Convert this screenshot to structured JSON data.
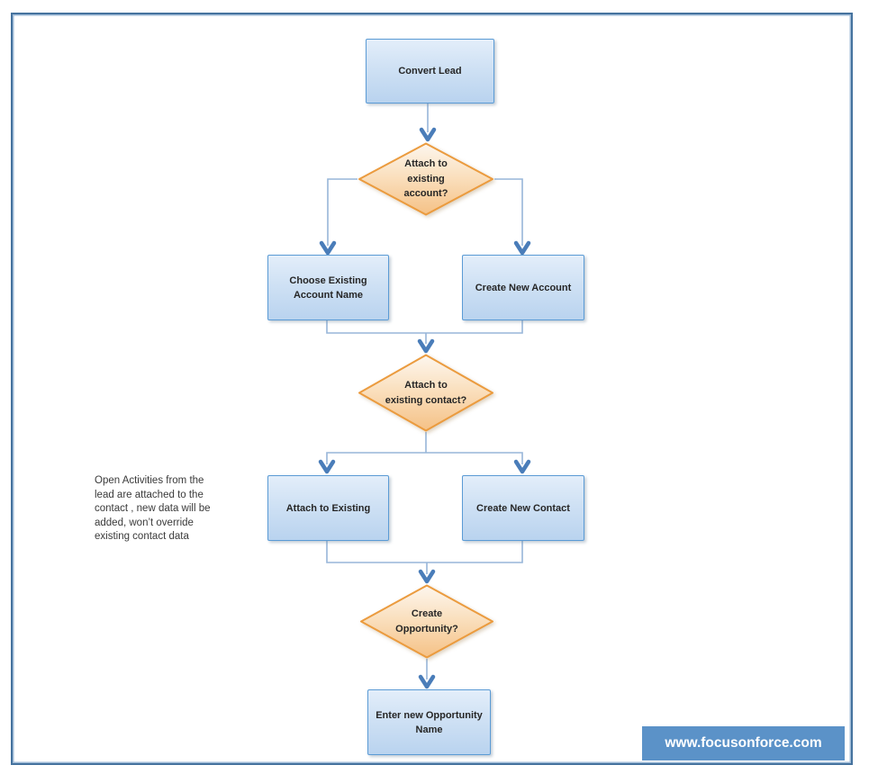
{
  "colors": {
    "frame_border": "#45729e",
    "process_fill_top": "#e3eefa",
    "process_fill_bottom": "#b9d3ef",
    "process_border": "#5b9bd5",
    "decision_fill_top": "#fdf4e8",
    "decision_fill_bottom": "#f5c186",
    "decision_border": "#eb9b3e",
    "connector_line": "#97b6d9",
    "arrowhead": "#4a7db9",
    "banner_background": "#5b92c8",
    "banner_text": "#ffffff",
    "label_text": "#262626"
  },
  "flowchart": {
    "nodes": {
      "convert_lead": {
        "type": "process",
        "label": "Convert Lead"
      },
      "attach_account": {
        "type": "decision",
        "label": "Attach to existing account?"
      },
      "choose_existing_account": {
        "type": "process",
        "label": "Choose Existing Account Name"
      },
      "create_new_account": {
        "type": "process",
        "label": "Create New Account"
      },
      "attach_contact": {
        "type": "decision",
        "label": "Attach to existing contact?"
      },
      "attach_to_existing": {
        "type": "process",
        "label": "Attach to Existing"
      },
      "create_new_contact": {
        "type": "process",
        "label": "Create New Contact"
      },
      "create_opportunity": {
        "type": "decision",
        "label": "Create Opportunity?"
      },
      "enter_opportunity_name": {
        "type": "process",
        "label": "Enter new Opportunity Name"
      }
    },
    "edges": [
      {
        "from": "convert_lead",
        "to": "attach_account"
      },
      {
        "from": "attach_account",
        "to": "choose_existing_account"
      },
      {
        "from": "attach_account",
        "to": "create_new_account"
      },
      {
        "from": "choose_existing_account",
        "to": "attach_contact"
      },
      {
        "from": "create_new_account",
        "to": "attach_contact"
      },
      {
        "from": "attach_contact",
        "to": "attach_to_existing"
      },
      {
        "from": "attach_contact",
        "to": "create_new_contact"
      },
      {
        "from": "attach_to_existing",
        "to": "create_opportunity"
      },
      {
        "from": "create_new_contact",
        "to": "create_opportunity"
      },
      {
        "from": "create_opportunity",
        "to": "enter_opportunity_name"
      }
    ],
    "note": "Open Activities from the\nlead are attached to the\ncontact , new data will be\nadded, won’t override\nexisting contact data"
  },
  "footer": {
    "website": "www.focusonforce.com"
  }
}
